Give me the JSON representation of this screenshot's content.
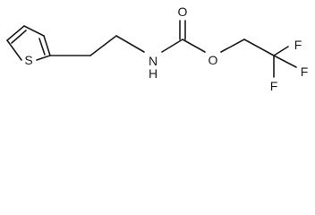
{
  "structure": {
    "atoms": {
      "sulfur": "S",
      "nitrogen": "N",
      "hydrogen": "H",
      "carbonyl_oxygen": "O",
      "ester_oxygen": "O",
      "fluorine_top": "F",
      "fluorine_right": "F",
      "fluorine_bottom": "F"
    }
  },
  "colors": {
    "ink": "#1a1a1a",
    "background": "#ffffff"
  }
}
